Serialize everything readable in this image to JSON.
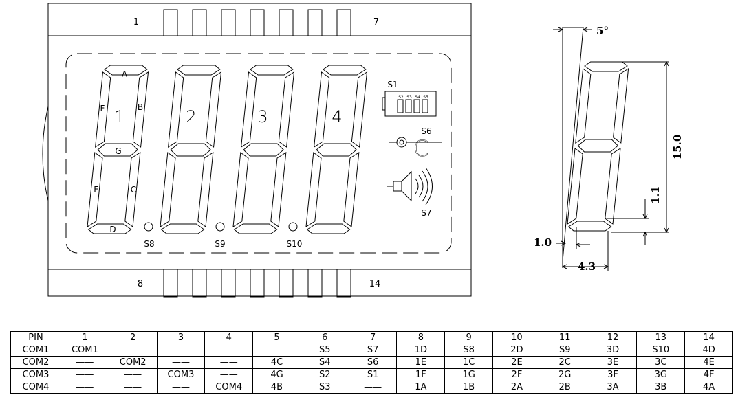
{
  "lcd": {
    "pin_start_top": "1",
    "pin_end_top": "7",
    "pin_start_bottom": "8",
    "pin_end_bottom": "14",
    "digits": [
      "1",
      "2",
      "3",
      "4"
    ],
    "segment_labels": {
      "a": "A",
      "b": "B",
      "c": "C",
      "d": "D",
      "e": "E",
      "f": "F",
      "g": "G"
    },
    "symbols": {
      "battery": "S1",
      "battery_bars": [
        "S2",
        "S3",
        "S4",
        "S5"
      ],
      "celsius": "S6",
      "celsius_glyph": "C",
      "speaker": "S7",
      "dot1": "S8",
      "dot2": "S9",
      "dot3": "S10"
    }
  },
  "dimensions": {
    "angle": "5°",
    "height": "15.0",
    "seg_gap": "1.1",
    "seg_width": "1.0",
    "digit_width": "4.3"
  },
  "pin_table": {
    "rows": [
      [
        "PIN",
        "1",
        "2",
        "3",
        "4",
        "5",
        "6",
        "7",
        "8",
        "9",
        "10",
        "11",
        "12",
        "13",
        "14"
      ],
      [
        "COM1",
        "COM1",
        "——",
        "——",
        "——",
        "——",
        "S5",
        "S7",
        "1D",
        "S8",
        "2D",
        "S9",
        "3D",
        "S10",
        "4D"
      ],
      [
        "COM2",
        "——",
        "COM2",
        "——",
        "——",
        "4C",
        "S4",
        "S6",
        "1E",
        "1C",
        "2E",
        "2C",
        "3E",
        "3C",
        "4E"
      ],
      [
        "COM3",
        "——",
        "——",
        "COM3",
        "——",
        "4G",
        "S2",
        "S1",
        "1F",
        "1G",
        "2F",
        "2G",
        "3F",
        "3G",
        "4F"
      ],
      [
        "COM4",
        "——",
        "——",
        "——",
        "COM4",
        "4B",
        "S3",
        "——",
        "1A",
        "1B",
        "2A",
        "2B",
        "3A",
        "3B",
        "4A"
      ]
    ]
  }
}
